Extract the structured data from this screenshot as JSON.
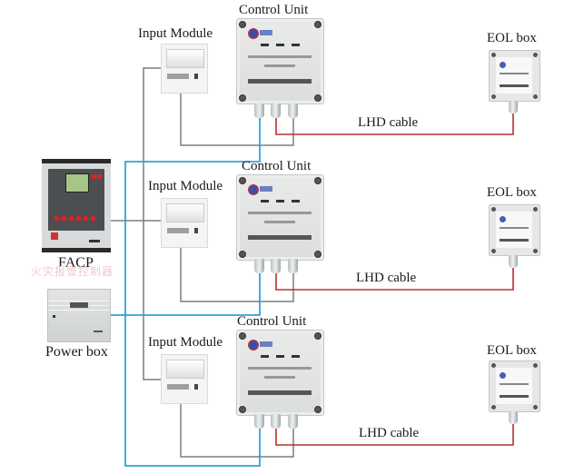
{
  "diagram": {
    "type": "fire detection wiring diagram",
    "colors": {
      "signal_line": "#7a7e80",
      "bus_line": "#2fa3d6",
      "lhd_cable": "#b5302c"
    },
    "nodes": {
      "facp": {
        "label": "FACP",
        "watermark": "火灾报警控制器"
      },
      "power_box": {
        "label": "Power box"
      },
      "zones": [
        {
          "control_unit": "Control Unit",
          "input_module": "Input Module",
          "eol_box": "EOL box",
          "cable": "LHD cable"
        },
        {
          "control_unit": "Control Unit",
          "input_module": "Input Module",
          "eol_box": "EOL box",
          "cable": "LHD cable"
        },
        {
          "control_unit": "Control Unit",
          "input_module": "Input Module",
          "eol_box": "EOL box",
          "cable": "LHD cable"
        }
      ]
    },
    "edges": [
      {
        "from": "facp",
        "to": "input_module",
        "line": "signal_line"
      },
      {
        "from": "input_module",
        "to": "control_unit",
        "line": "signal_line"
      },
      {
        "from": "power_box",
        "to": "control_unit",
        "line": "bus_line"
      },
      {
        "from": "control_unit",
        "to": "eol_box",
        "line": "lhd_cable"
      }
    ]
  }
}
